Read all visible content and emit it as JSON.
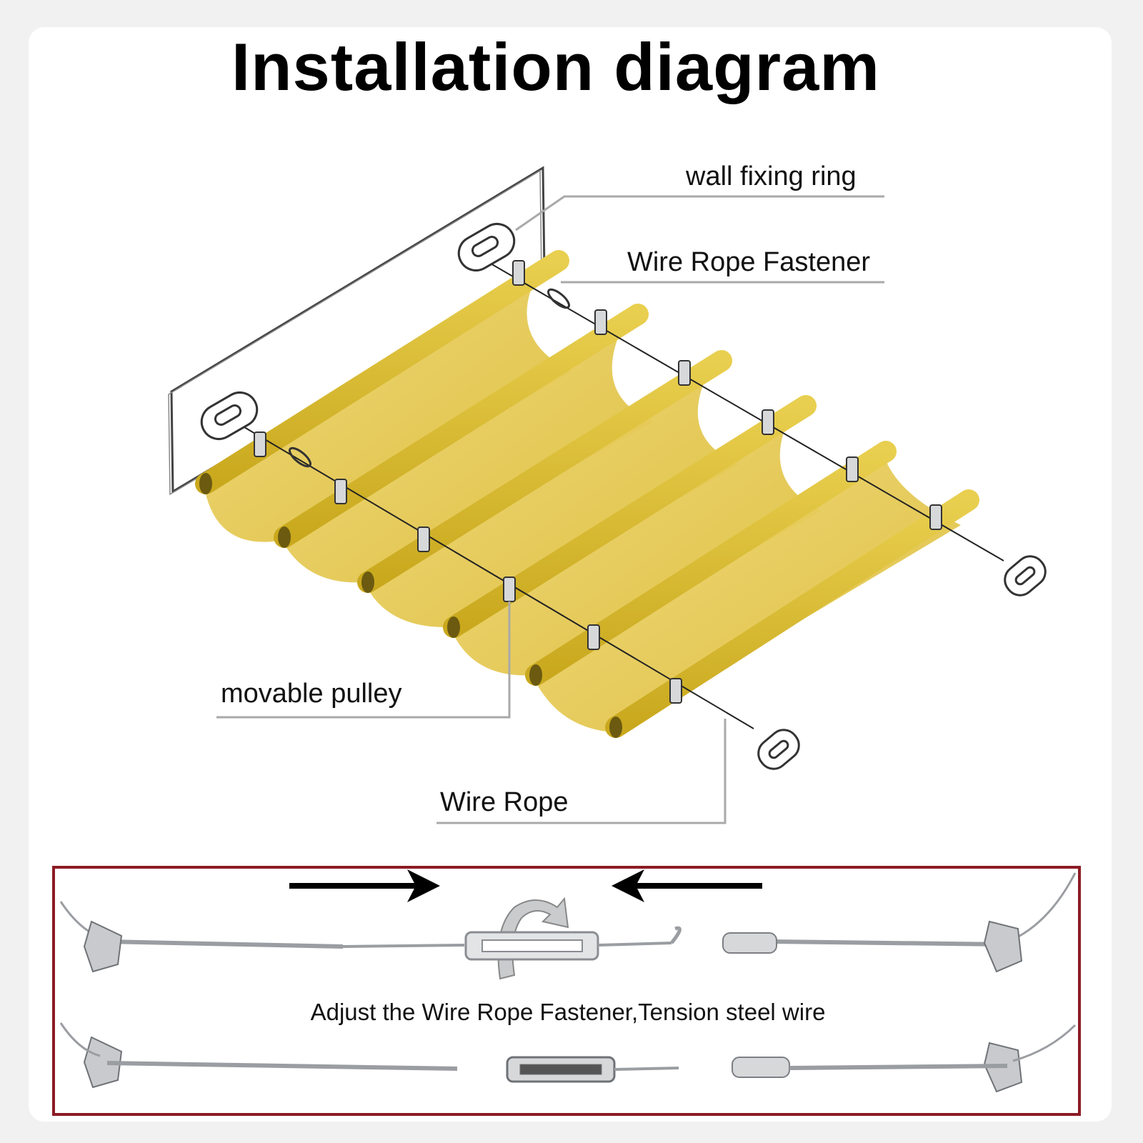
{
  "title": "Installation diagram",
  "labels": {
    "wall_fixing_ring": "wall fixing ring",
    "wire_rope_fastener": "Wire Rope Fastener",
    "movable_pulley": "movable pulley",
    "wire_rope": "Wire Rope"
  },
  "caption": "Adjust the Wire Rope Fastener,Tension steel wire",
  "colors": {
    "shade_fabric": "#e6cc55",
    "shade_rod": "#d8b92a",
    "panel_border": "#8c1b24",
    "leader_line": "#a9a9a9",
    "steel": "#b9bcc0"
  }
}
